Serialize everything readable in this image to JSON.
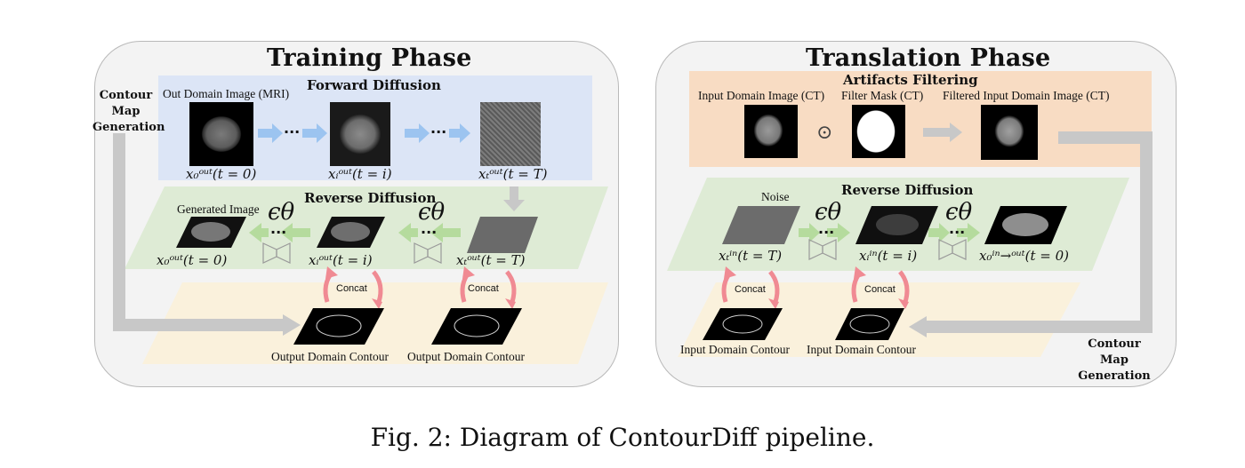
{
  "colors": {
    "forward_band": "#dce5f6",
    "reverse_band": "#deebd5",
    "contour_band": "#faf1dc",
    "artifact_band": "#f8dcc3",
    "blue_arrow": "#9cc4f0",
    "green_arrow": "#b5db9d",
    "gray_arrow": "#c8c8c8",
    "pink_arrow": "#f08a93"
  },
  "training": {
    "title": "Training Phase",
    "forward_label": "Forward Diffusion",
    "reverse_label": "Reverse Diffusion",
    "out_domain_label": "Out Domain Image (MRI)",
    "generated_label": "Generated Image",
    "side_label": "Contour\nMap\nGeneration",
    "x0_forward": "x₀ᵒᵘᵗ(t = 0)",
    "xi_forward": "xᵢᵒᵘᵗ(t = i)",
    "xT_forward": "xₜᵒᵘᵗ(t = T)",
    "x0_reverse": "x₀ᵒᵘᵗ(t = 0)",
    "xi_reverse": "xᵢᵒᵘᵗ(t = i)",
    "xT_reverse": "xₜᵒᵘᵗ(t = T)",
    "eps1": "ϵθ",
    "eps2": "ϵθ",
    "concat1": "Concat",
    "concat2": "Concat",
    "contour1": "Output Domain Contour",
    "contour2": "Output Domain Contour",
    "dots": "···"
  },
  "translation": {
    "title": "Translation Phase",
    "artifacts_label": "Artifacts Filtering",
    "input_ct_label": "Input Domain Image (CT)",
    "filter_mask_label": "Filter Mask (CT)",
    "filtered_label": "Filtered Input Domain Image (CT)",
    "odot": "⊙",
    "reverse_label": "Reverse Diffusion",
    "noise_label": "Noise",
    "xT": "xₜⁱⁿ(t = T)",
    "xi": "xᵢⁱⁿ(t = i)",
    "x0": "x₀ⁱⁿ→ᵒᵘᵗ(t = 0)",
    "eps1": "ϵθ",
    "eps2": "ϵθ",
    "concat1": "Concat",
    "concat2": "Concat",
    "contour1": "Input Domain Contour",
    "contour2": "Input Domain Contour",
    "side_label": "Contour\nMap\nGeneration",
    "dots": "···"
  },
  "caption": "Fig. 2: Diagram of ContourDiff pipeline."
}
